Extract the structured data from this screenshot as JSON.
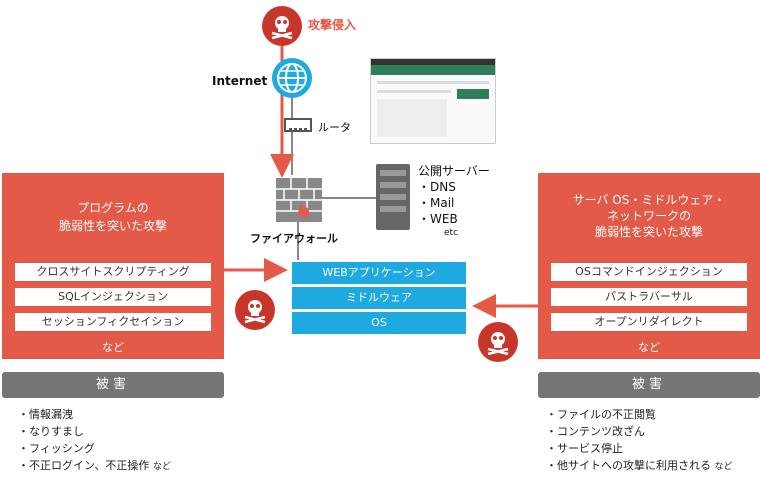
{
  "attack_intrusion": {
    "label": "攻撃侵入",
    "icon": "skull-crossbones-icon"
  },
  "internet": {
    "label": "Internet",
    "icon": "globe-icon"
  },
  "router": {
    "label": "ルータ",
    "icon": "router-icon"
  },
  "firewall": {
    "label": "ファイアウォール",
    "icon": "firewall-icon"
  },
  "public_server": {
    "title": "公開サーバー",
    "items": [
      "・DNS",
      "・Mail",
      "・WEB"
    ],
    "etc": "etc",
    "icon": "server-icon"
  },
  "left_panel": {
    "title_line1": "プログラムの",
    "title_line2": "脆弱性を突いた攻撃",
    "items": [
      "クロスサイトスクリプティング",
      "SQLインジェクション",
      "セッションフィクセイション"
    ],
    "footer": "など"
  },
  "right_panel": {
    "title_line1": "サーバ OS・ミドルウェア・",
    "title_line2": "ネットワークの",
    "title_line3": "脆弱性を突いた攻撃",
    "items": [
      "OSコマンドインジェクション",
      "パストラバーサル",
      "オープンリダイレクト"
    ],
    "footer": "など"
  },
  "layers": [
    "WEBアプリケーション",
    "ミドルウェア",
    "OS"
  ],
  "left_damage": {
    "header": "被害",
    "items": [
      "・情報漏洩",
      "・なりすまし",
      "・フィッシング",
      "・不正ログイン、不正操作"
    ],
    "last_suffix": "など"
  },
  "right_damage": {
    "header": "被害",
    "items": [
      "・ファイルの不正閲覧",
      "・コンテンツ改ざん",
      "・サービス停止",
      "・他サイトへの攻撃に利用される"
    ],
    "last_suffix": "など"
  },
  "colors": {
    "panel": "#e45a48",
    "arrow": "#e45a48",
    "layer": "#1ea9e0",
    "damage_bar": "#757575",
    "skull": "#c8352a"
  }
}
